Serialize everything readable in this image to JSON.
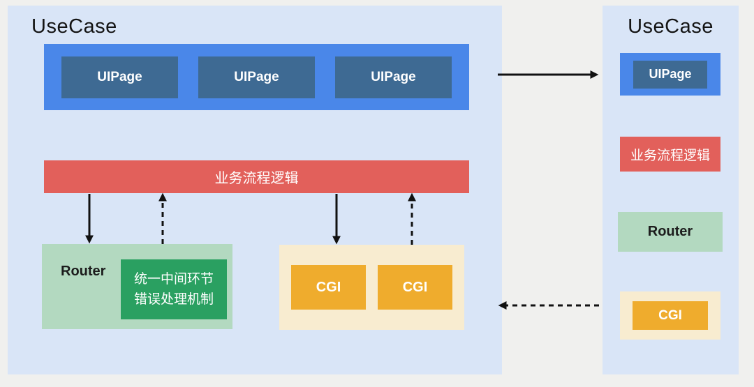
{
  "left_panel": {
    "title": "UseCase",
    "uipage_labels": [
      "UIPage",
      "UIPage",
      "UIPage"
    ],
    "business_logic_label": "业务流程逻辑",
    "router_label": "Router",
    "error_handler_lines": [
      "统一中间环节",
      "错误处理机制"
    ],
    "cgi_labels": [
      "CGI",
      "CGI"
    ]
  },
  "right_panel": {
    "title": "UseCase",
    "uipage_label": "UIPage",
    "business_logic_label": "业务流程逻辑",
    "router_label": "Router",
    "cgi_label": "CGI"
  },
  "colors": {
    "background": "#f0f0ee",
    "panel_blue": "#d9e5f7",
    "container_blue": "#4a87e9",
    "uipage_steel_blue": "#3e6a93",
    "business_logic_red": "#e2605b",
    "router_light_green": "#b3d9c0",
    "error_handler_green": "#2aa061",
    "cgi_cream": "#f8ecd0",
    "cgi_orange": "#efac2d",
    "arrow_black": "#111111"
  }
}
